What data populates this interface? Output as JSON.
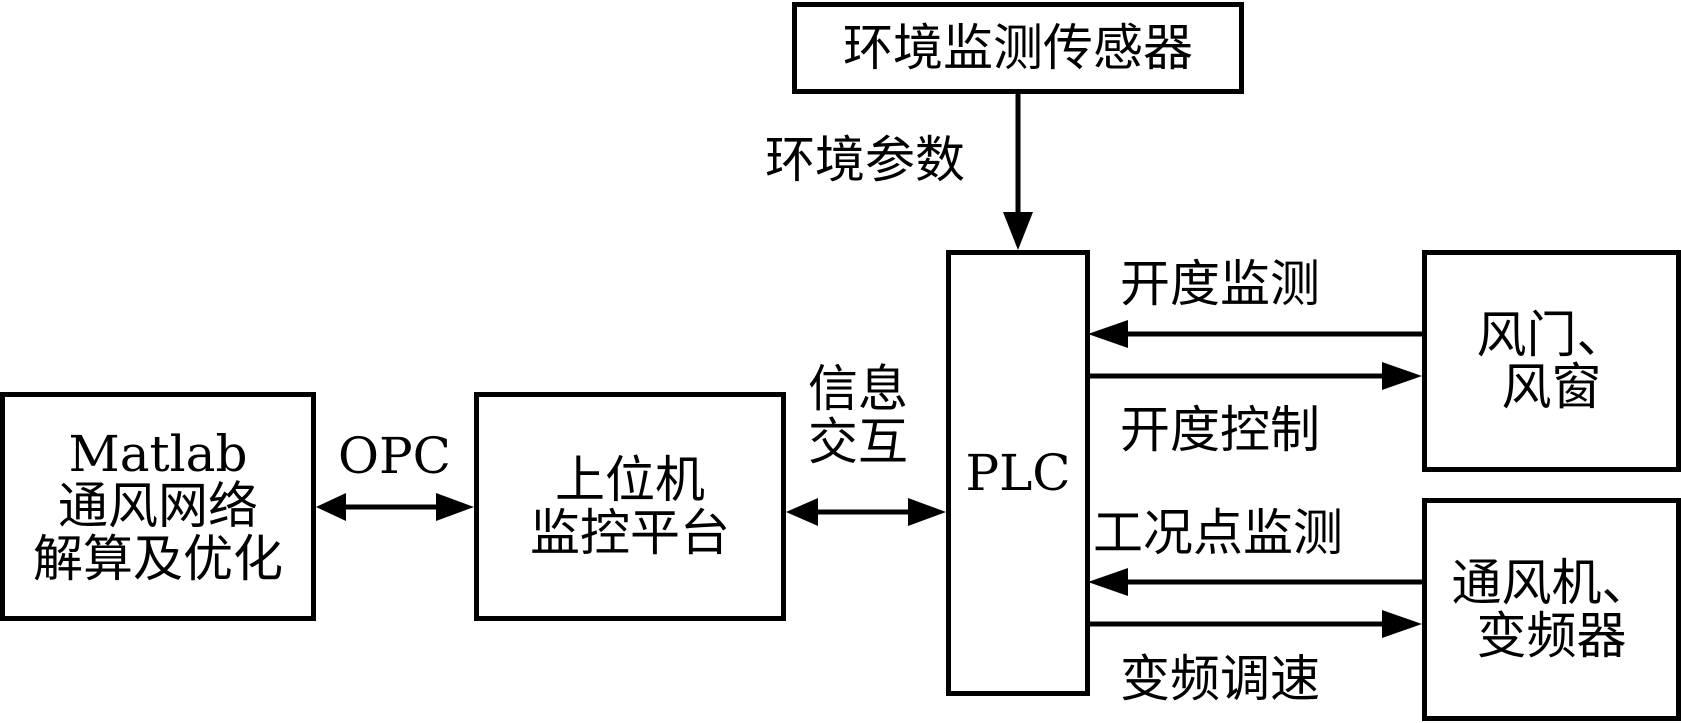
{
  "nodes": {
    "sensor": {
      "text": "环境监测传感器"
    },
    "matlab": {
      "lines": [
        "Matlab",
        "通风网络",
        "解算及优化"
      ]
    },
    "host": {
      "lines": [
        "上位机",
        "监控平台"
      ]
    },
    "plc": {
      "text": "PLC"
    },
    "damper": {
      "lines": [
        "风门、",
        "风窗"
      ]
    },
    "fan": {
      "lines": [
        "通风机、",
        "变频器"
      ]
    }
  },
  "edges": {
    "env_params": "环境参数",
    "opc": "OPC",
    "info_exchange": [
      "信息",
      "交互"
    ],
    "opening_monitor": "开度监测",
    "opening_control": "开度控制",
    "operating_monitor": "工况点监测",
    "freq_speed": "变频调速"
  }
}
